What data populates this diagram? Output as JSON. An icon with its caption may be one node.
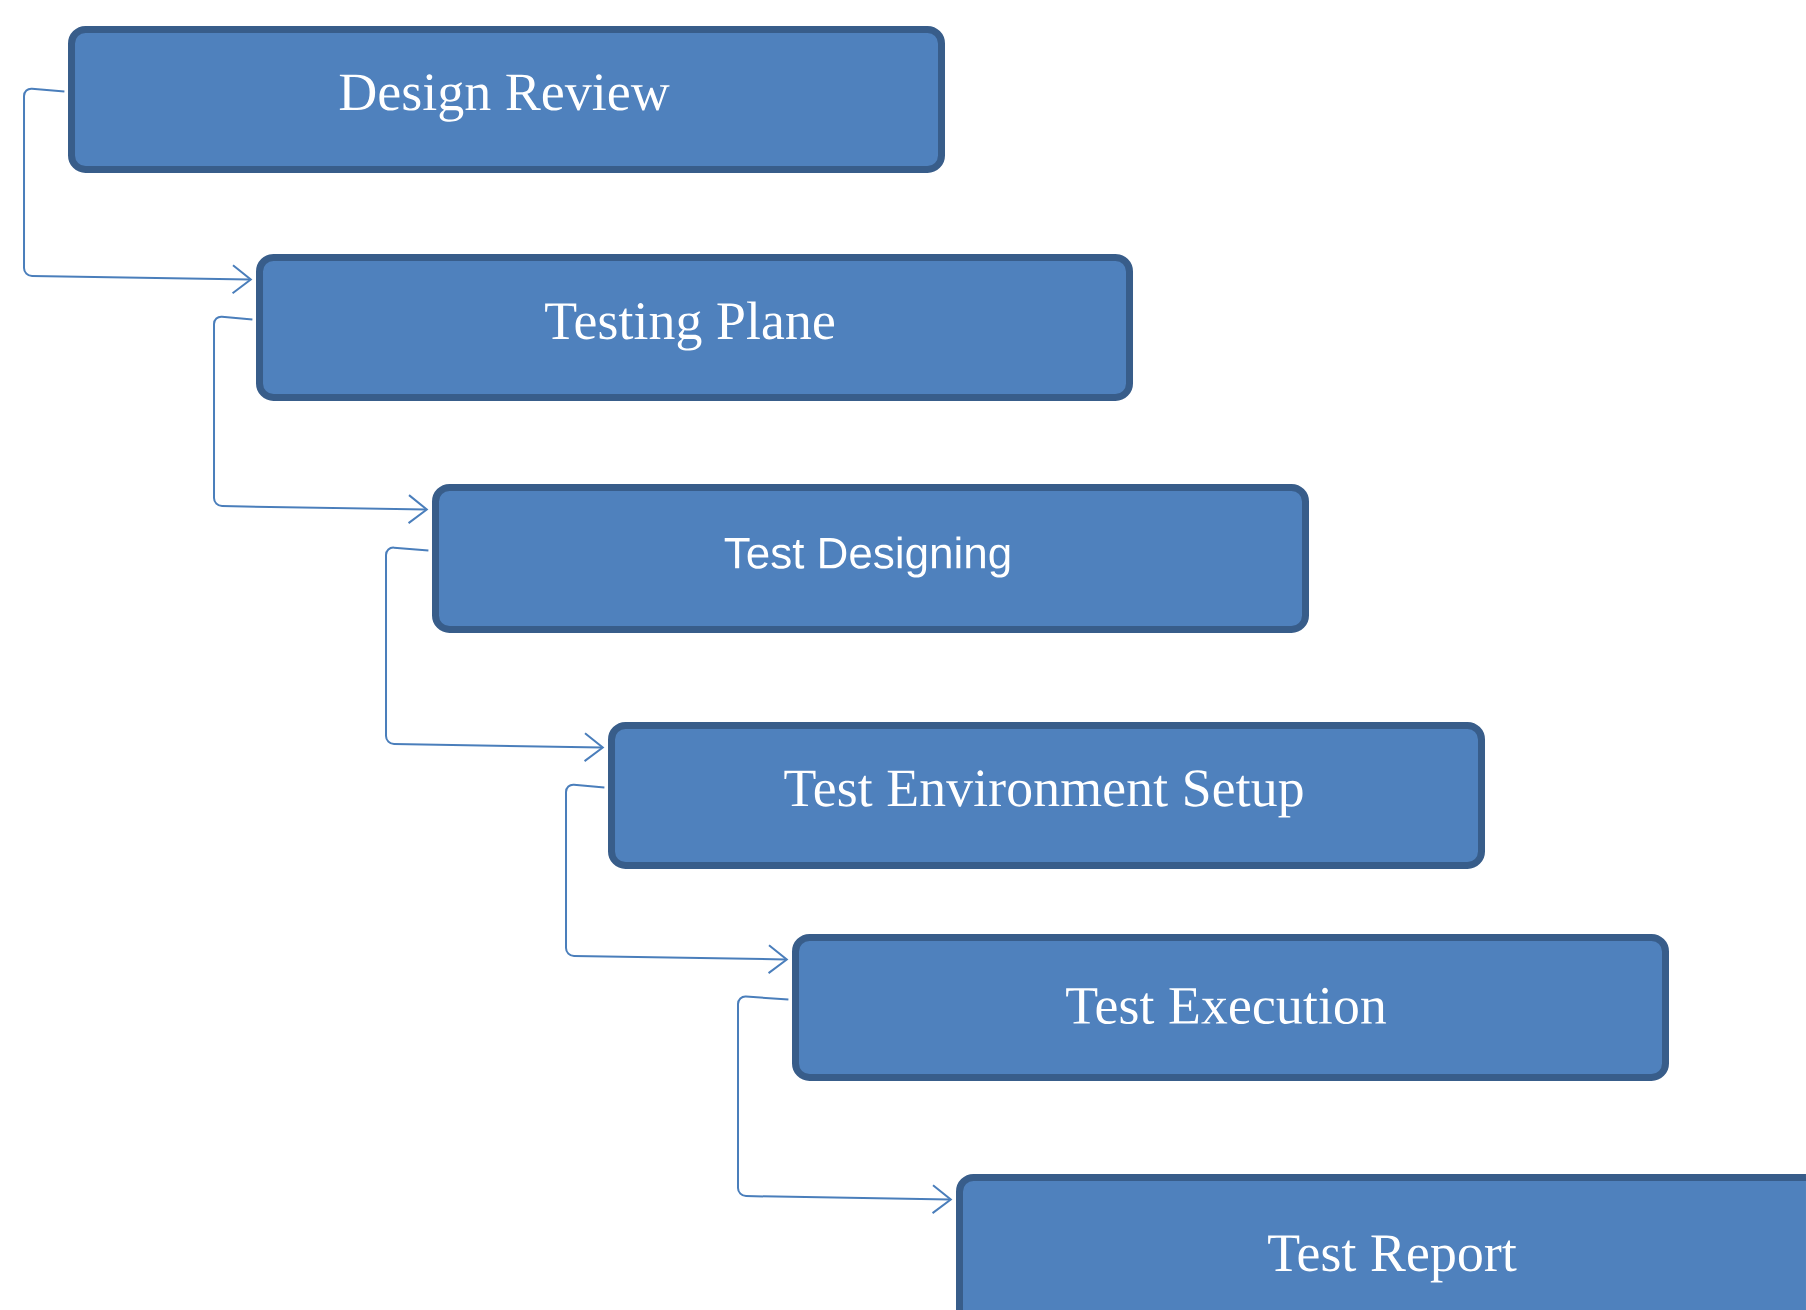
{
  "diagram": {
    "nodes": [
      {
        "text": [
          "Design Review"
        ]
      },
      {
        "text": [
          "Testing Plane"
        ]
      },
      {
        "text": [
          "Test Designing"
        ]
      },
      {
        "text": [
          "Test Environment Setup"
        ]
      },
      {
        "text": [
          "Test Execution"
        ]
      },
      {
        "text": [
          "Test Report"
        ]
      }
    ],
    "edges": [
      {
        "from": 0,
        "to": 1,
        "arrow": "to"
      },
      {
        "from": 1,
        "to": 2,
        "arrow": "to"
      },
      {
        "from": 2,
        "to": 3,
        "arrow": "to"
      },
      {
        "from": 3,
        "to": 4,
        "arrow": "to"
      },
      {
        "from": 4,
        "to": 5,
        "arrow": "to"
      }
    ]
  }
}
